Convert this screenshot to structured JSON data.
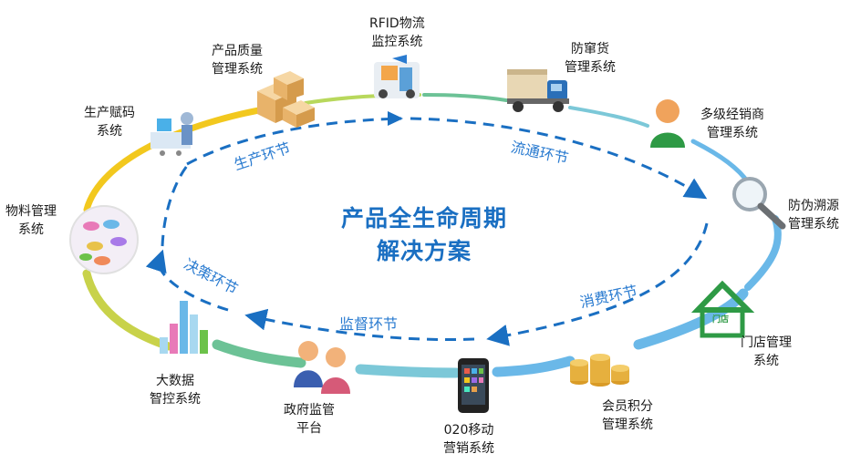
{
  "center_title": {
    "line1": "产品全生命周期",
    "line2": "解决方案"
  },
  "stages": {
    "production": "生产环节",
    "circulation": "流通环节",
    "consumption": "消费环节",
    "supervision": "监督环节",
    "decision": "决策环节"
  },
  "systems": {
    "rfid": {
      "line1": "RFID物流",
      "line2": "监控系统"
    },
    "anti_fleeing": {
      "line1": "防窜货",
      "line2": "管理系统"
    },
    "distributor": {
      "line1": "多级经销商",
      "line2": "管理系统"
    },
    "anti_fake": {
      "line1": "防伪溯源",
      "line2": "管理系统"
    },
    "store": {
      "line1": "门店管理",
      "line2": "系统",
      "badge": "门店"
    },
    "member": {
      "line1": "会员积分",
      "line2": "管理系统"
    },
    "o2o": {
      "line1": "020移动",
      "line2": "营销系统"
    },
    "government": {
      "line1": "政府监管",
      "line2": "平台"
    },
    "bigdata": {
      "line1": "大数据",
      "line2": "智控系统"
    },
    "material": {
      "line1": "物料管理",
      "line2": "系统"
    },
    "coding": {
      "line1": "生产赋码",
      "line2": "系统"
    },
    "quality": {
      "line1": "产品质量",
      "line2": "管理系统"
    }
  },
  "colors": {
    "accent_blue": "#1a6fc2",
    "ring_yellow": "#f2c81e",
    "ring_green": "#6cc296",
    "ring_teal": "#7cc8d8",
    "ring_blue": "#6ab8e8"
  }
}
